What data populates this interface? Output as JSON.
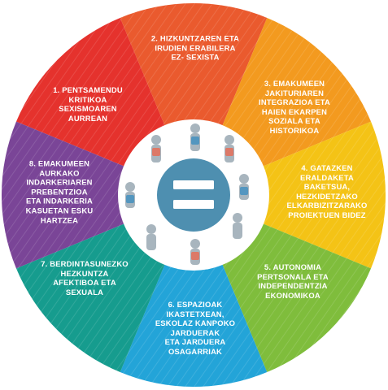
{
  "center_symbol": "=",
  "segments": [
    {
      "id": 1,
      "label": "1. PENTSAMENDU\nKRITIKOA\nSEXISMOAREN\nAURREAN",
      "color": "#e5322d"
    },
    {
      "id": 2,
      "label": "2. HIZKUNTZAREN ETA\nIRUDIEN ERABILERA\nEZ- SEXISTA",
      "color": "#ea5a2e"
    },
    {
      "id": 3,
      "label": "3. EMAKUMEEN\nJAKITURIAREN\nINTEGRAZIOA ETA\nHAIEN EKARPEN\nSOZIALA ETA\nHISTORIKOA",
      "color": "#f39a1f"
    },
    {
      "id": 4,
      "label": "4. GATAZKEN\nERALDAKETA BAKETSUA,\nHEZKIDETZAKO\nELKARBIZITZARAKO\nPROIEKTUEN BIDEZ",
      "color": "#f4c316"
    },
    {
      "id": 5,
      "label": "5. AUTONOMIA\nPERTSONALA ETA\nINDEPENDENTZIA\nEKONOMIKOA",
      "color": "#7fbd3c"
    },
    {
      "id": 6,
      "label": "6. ESPAZIOAK\nIKASTETXEAN,\nESKOLAZ KANPOKO\nJARDUERAK\nETA JARDUERA\nOSAGARRIAK",
      "color": "#23a4d8"
    },
    {
      "id": 7,
      "label": "7. BERDINTASUNEZKO\nHEZKUNTZA\nAFEKTIBOA ETA\nSEXUALA",
      "color": "#169c8e"
    },
    {
      "id": 8,
      "label": "8. EMAKUMEEN\nAURKAKO\nINDARKERIAREN\nPREBENTZIOA\nETA INDARKERIA\nKASUETAN ESKU\nHARTZEA",
      "color": "#7a4597"
    }
  ],
  "colors": {
    "center_ring": "#ffffff",
    "center_circle": "#4e8fb0",
    "equals_bar": "#ffffff"
  },
  "icons": [
    "people-ring-icon",
    "equals-sign-icon"
  ]
}
